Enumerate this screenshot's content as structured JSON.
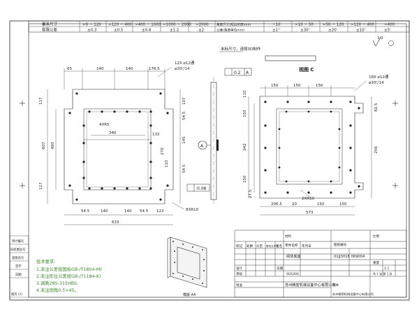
{
  "tolerance_table": {
    "label_size": "基本尺寸",
    "label_tol": "极限公差",
    "headers": [
      ">6 ~ 120",
      ">120 ~ 400",
      ">400 ~ 1000",
      ">1000 ~ 2000",
      ">2000"
    ],
    "values": [
      "±0.3",
      "±0.5",
      "±0.8",
      "±1.2",
      "±2"
    ],
    "angle_label_1": "角度尺寸(短边长度mm)",
    "angle_label_2": "公差(角度单位mm)",
    "angle_headers": [
      "~10",
      ">10 ~ 50",
      ">50 ~ 120",
      ">120 ~ 400",
      ">400"
    ],
    "angle_values": [
      "±1°",
      "±30'",
      "±20'",
      "±10'",
      "±5'"
    ]
  },
  "roughness": "3.2",
  "notes": {
    "unmarked": "未标尺寸，请按3D制作",
    "view_c": "视图 C",
    "datum_a": "A",
    "flatness": "0.2",
    "flatness_ref": "A",
    "flatness_b": "0.08"
  },
  "left_view": {
    "top_dims": [
      "65",
      "140",
      "140",
      "176.5"
    ],
    "hole_callout": "12X ⌀12通",
    "hole_callout2": "⌀20▽14",
    "left_dims": [
      "117",
      "117",
      "607",
      "460"
    ],
    "right_dims": [
      "107",
      "54.5",
      "54.5",
      "145"
    ],
    "inner_dims": [
      "4XR5",
      "340",
      "132",
      "270",
      "110"
    ],
    "bottom_dims": [
      "54.5",
      "140",
      "140",
      "54.5",
      "122"
    ],
    "overall": "633",
    "corner": "8XR10"
  },
  "right_view": {
    "top_dims": [
      "150",
      "150",
      "150"
    ],
    "hole_callout": "18X ⌀12通",
    "hole_callout2": "⌀20▽14",
    "left_dims": [
      "110",
      "150",
      "242",
      "150",
      "27.5"
    ],
    "right_dims": [
      "82.5",
      "256"
    ],
    "bottom_dims": [
      "206.5",
      "20",
      "2XR10",
      "150",
      "150"
    ],
    "overall": "573"
  },
  "tech_requirements": {
    "title": "技术要求:",
    "items": [
      "1.未注公差按国标GB-/T1804-M)",
      "2.未注形位公差按GB-/T1184-K)",
      "3.调质285-315HBS;",
      "4.未注倒角0.5×45。"
    ]
  },
  "title_block": {
    "material_label": "材料",
    "part_name_label": "零件名称",
    "part_name": "阀体底座",
    "part_no": "01JJ3018 069004",
    "scale_label": "比例",
    "sheet_label": "图纸编号",
    "company": "苏州精密机械设备中心有限公司",
    "drawn": "设计",
    "checked": "审核",
    "approved": "批准",
    "date": "日期",
    "material_value": "SUS304",
    "qty": "1:1",
    "sheet_size": "模版 A4",
    "row_labels": [
      "标记",
      "处数",
      "分区",
      "更改文件号",
      "签名",
      "年月日"
    ],
    "weight_label": "重量",
    "sheet_no": "共 1 张  第 1 张",
    "footer": "苏州精密机械设备中心有限公司",
    "side_labels": [
      "用计编号",
      "旧底图总号",
      "底图总号",
      "签字",
      "日期"
    ],
    "left_footer": "版次 (1)",
    "version": "版本"
  }
}
